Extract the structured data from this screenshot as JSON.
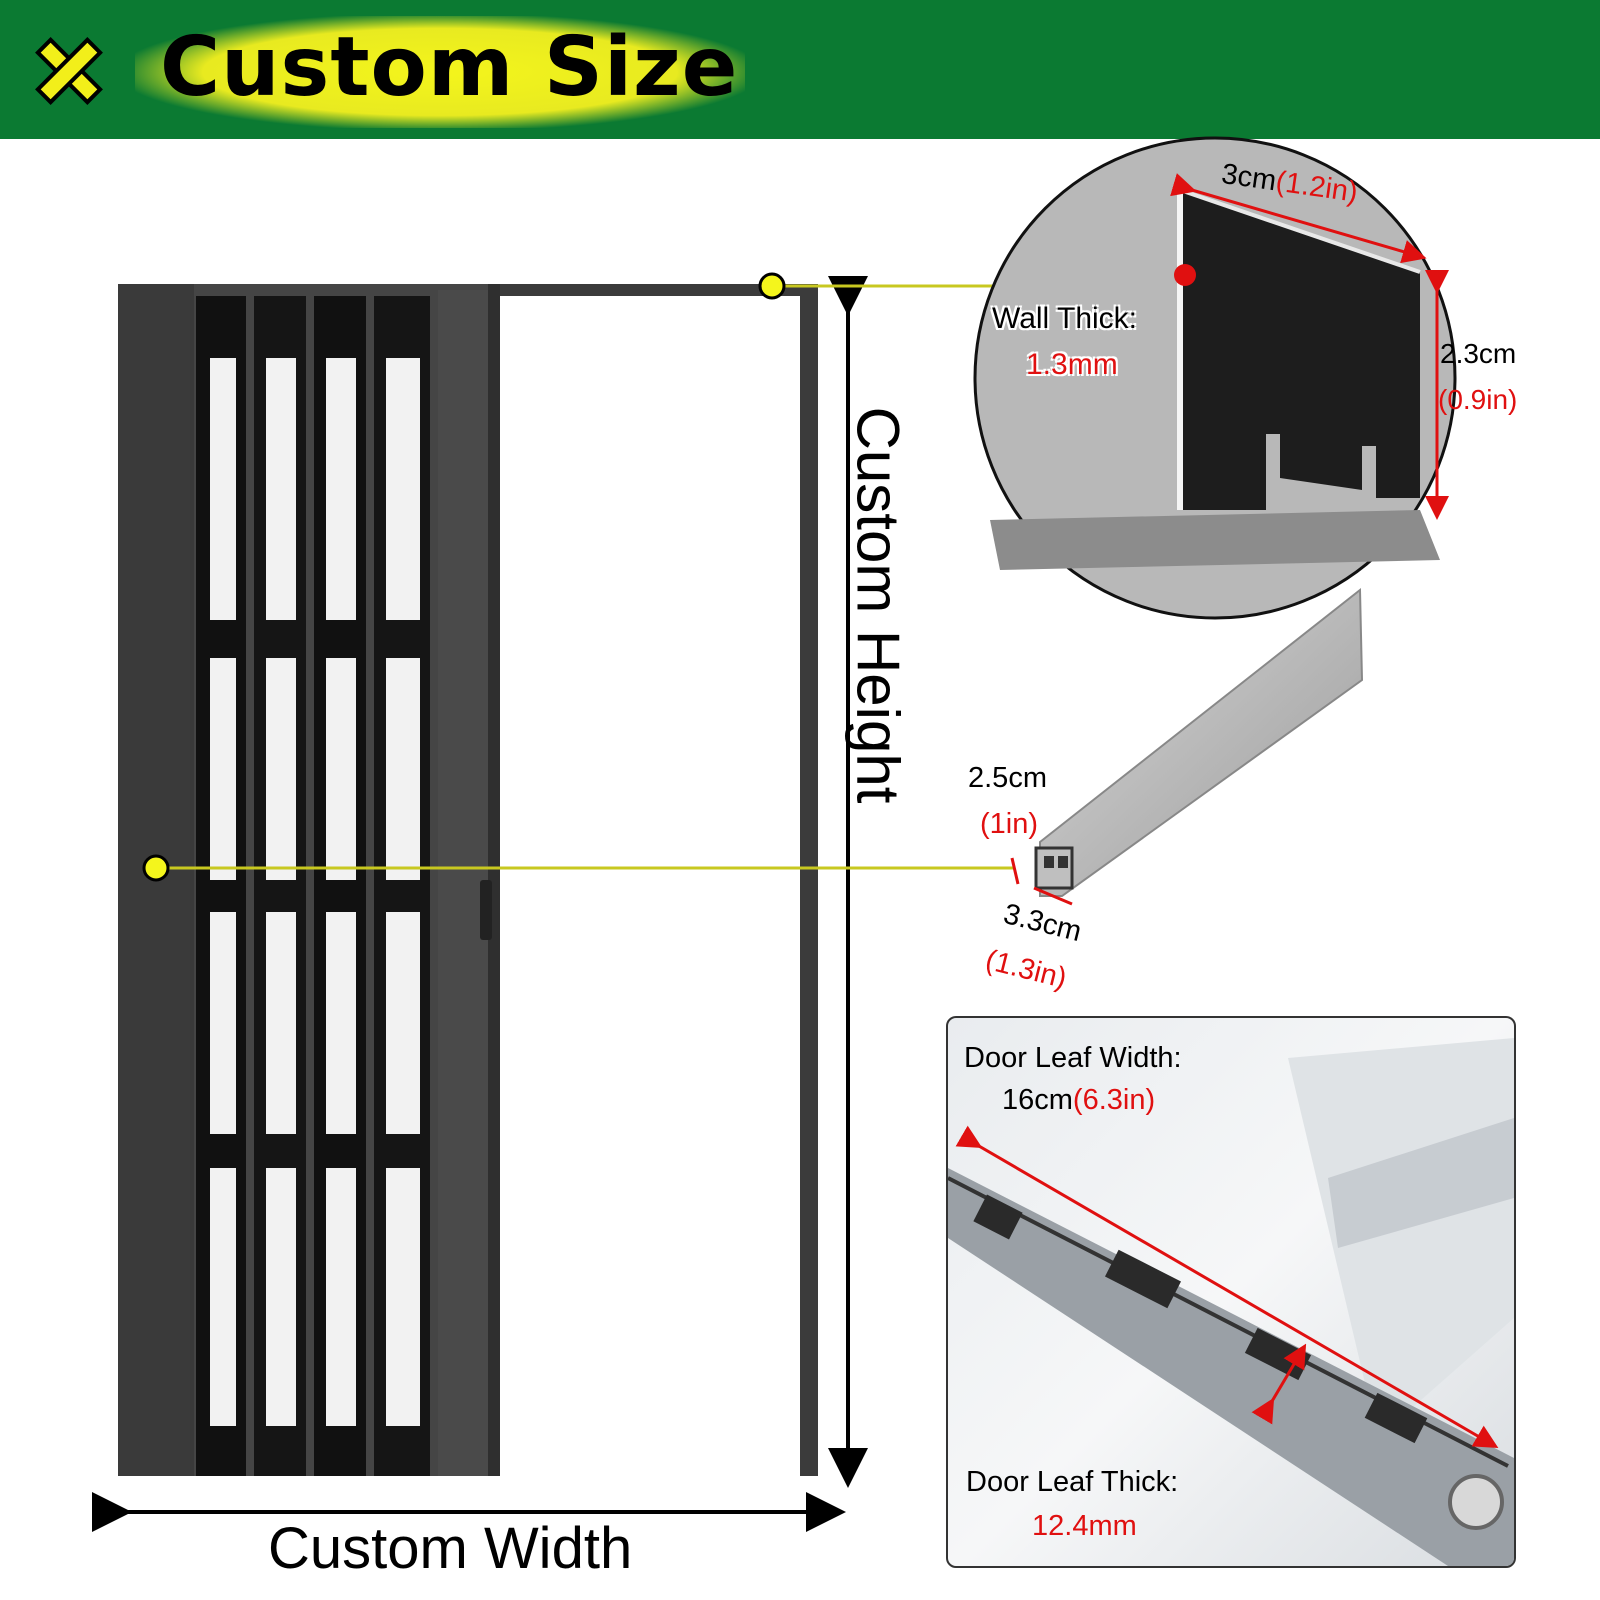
{
  "banner": {
    "title": "Custom Size"
  },
  "dimensions": {
    "height_label": "Custom Height",
    "width_label": "Custom Width"
  },
  "top_track": {
    "width_cm": "3cm",
    "width_in": "(1.2in)",
    "height_cm": "2.3cm",
    "height_in": "(0.9in)",
    "wall_thick_label": "Wall Thick:",
    "wall_thick_value": "1.3mm"
  },
  "side_profile": {
    "a_cm": "2.5cm",
    "a_in": "(1in)",
    "b_cm": "3.3cm",
    "b_in": "(1.3in)"
  },
  "door_leaf": {
    "width_label": "Door Leaf Width:",
    "width_cm": "16cm",
    "width_in": "(6.3in)",
    "thick_label": "Door Leaf Thick:",
    "thick_value": "12.4mm"
  },
  "colors": {
    "banner": "#0b7a32",
    "highlight": "#f4f51c",
    "accent_red": "#e01010",
    "door": "#3b3b3b"
  }
}
